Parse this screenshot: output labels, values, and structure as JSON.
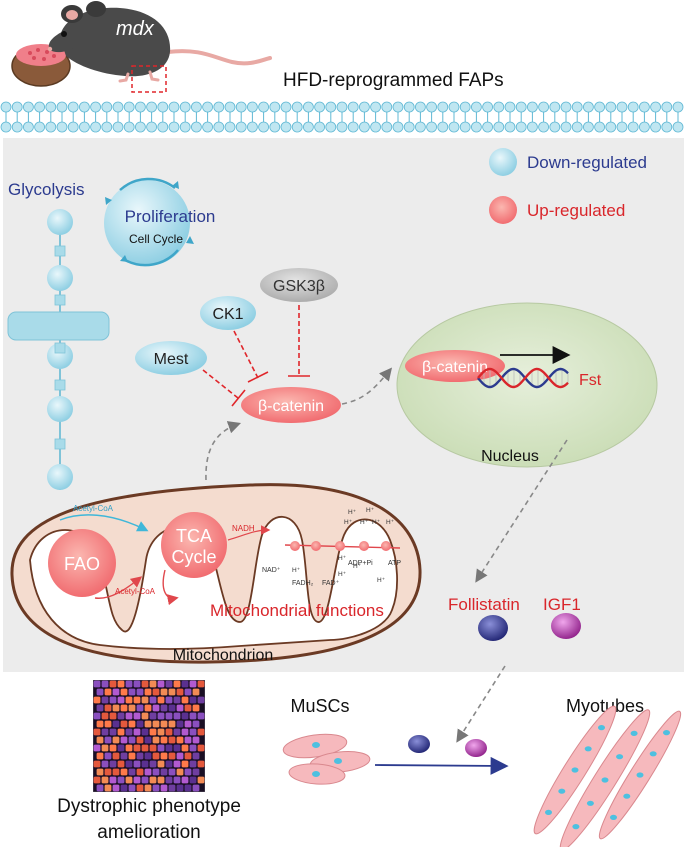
{
  "labels": {
    "mouse": "mdx",
    "title": "HFD-reprogrammed FAPs",
    "legend_down": "Down-regulated",
    "legend_up": "Up-regulated",
    "glycolysis": "Glycolysis",
    "proliferation": "Proliferation",
    "cell_cycle": "Cell Cycle",
    "gsk3b": "GSK3β",
    "ck1": "CK1",
    "mest": "Mest",
    "beta_catenin": "β-catenin",
    "nuclear_beta_catenin": "β-catenin",
    "fst": "Fst",
    "nucleus": "Nucleus",
    "acetyl_coa_top": "Acetyl-CoA",
    "acetyl_coa_inner": "Acetyl-CoA",
    "fao": "FAO",
    "tca": "TCA",
    "cycle": "Cycle",
    "nadh": "NADH",
    "nad": "NAD⁺",
    "fadh2": "FADH₂",
    "fad": "FAD⁺",
    "adp_pi": "ADP+Pi",
    "atp": "ATP",
    "h_plus": "H⁺",
    "mito_functions": "Mitochondrial functions",
    "mitochondrion": "Mitochondrion",
    "follistatin": "Follistatin",
    "igf1": "IGF1",
    "muscs": "MuSCs",
    "myotubes": "Myotubes",
    "phenotype_line1": "Dystrophic phenotype",
    "phenotype_line2": "amelioration"
  },
  "colors": {
    "down": "#a9dbe9",
    "up": "#f2787a",
    "label_blue": "#2c3b8f",
    "label_red": "#d9262b",
    "nucleus_fill": "#d8e8c8",
    "mito_fill": "#f4dccf",
    "mito_stroke": "#6b3a24",
    "cell_bg": "#ececec"
  }
}
